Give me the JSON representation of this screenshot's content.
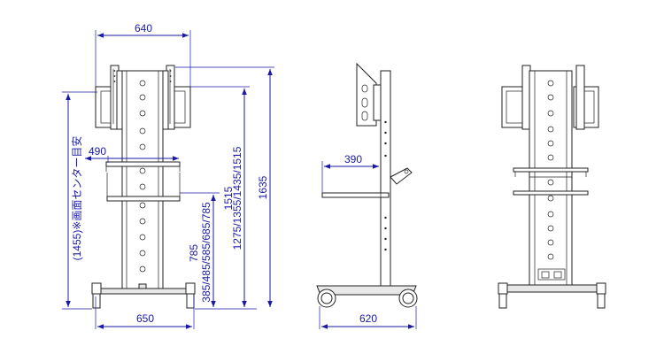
{
  "diagram": {
    "front_view": {
      "width_top": "640",
      "shelf_width": "490",
      "base_width": "650",
      "screen_center_height": "(1455)※画面センター目安",
      "shelf_heights": "385/485/585/685/785",
      "shelf_top": "785",
      "mount_heights": "1275/1355/1435/1515",
      "mount_top": "1515",
      "total_height": "1635"
    },
    "side_view": {
      "shelf_depth": "390",
      "base_depth": "620"
    },
    "colors": {
      "dimension": "#1a1aa6",
      "outline": "#222222"
    }
  }
}
